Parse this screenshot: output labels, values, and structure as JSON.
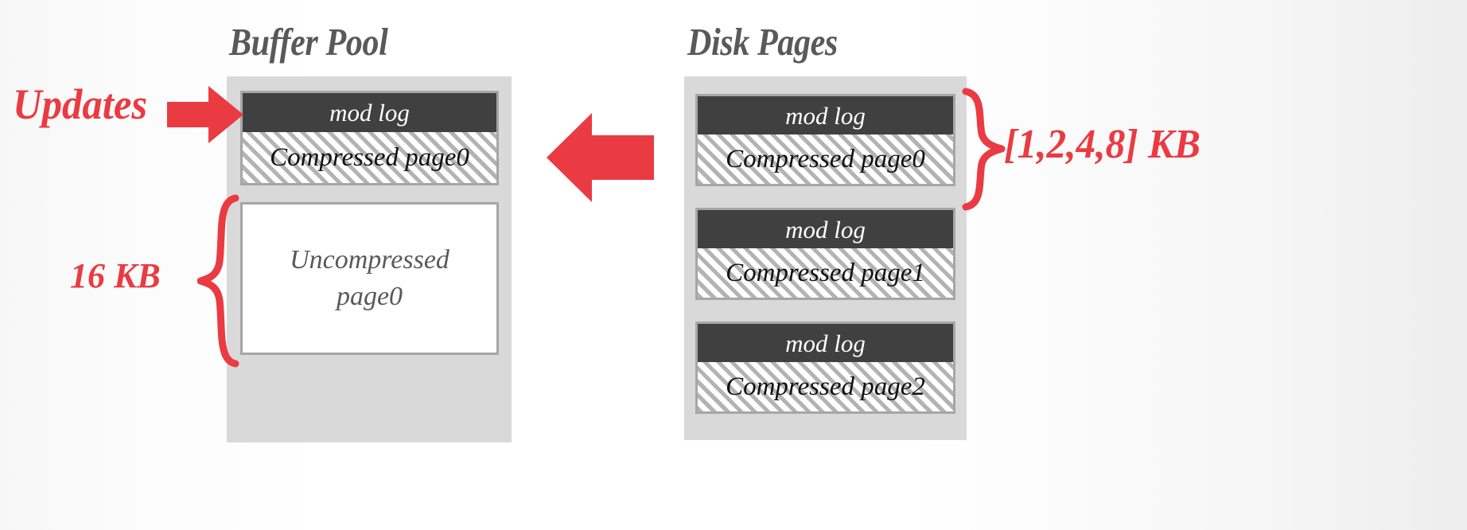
{
  "diagram": {
    "title_buffer_pool": "Buffer Pool",
    "title_disk_pages": "Disk Pages",
    "colors": {
      "accent_red": "#EA3B42",
      "container_grey": "#D9D9D9",
      "modlog_dark": "#404040",
      "border_grey": "#A6A6A6",
      "title_grey": "#595959"
    }
  },
  "buffer_pool": {
    "compressed_page": {
      "modlog_label": "mod log",
      "page_label": "Compressed page0"
    },
    "uncompressed_page": {
      "line1": "Uncompressed",
      "line2": "page0"
    },
    "size_annotation": "16 KB"
  },
  "disk_pages": {
    "pages": [
      {
        "modlog_label": "mod log",
        "page_label": "Compressed page0"
      },
      {
        "modlog_label": "mod log",
        "page_label": "Compressed page1"
      },
      {
        "modlog_label": "mod log",
        "page_label": "Compressed page2"
      }
    ],
    "size_annotation": "[1,2,4,8] KB"
  },
  "annotations": {
    "updates_label": "Updates"
  }
}
